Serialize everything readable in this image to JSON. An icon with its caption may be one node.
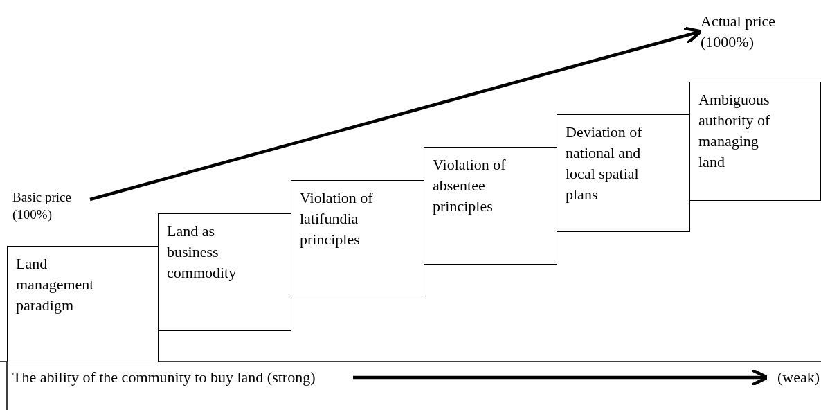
{
  "diagram": {
    "nodes": [
      {
        "text": [
          "Basic price (100%)"
        ]
      },
      {
        "text": [
          "Actual price (1000%)"
        ]
      },
      {
        "text": [
          "Land management paradigm"
        ]
      },
      {
        "text": [
          "Land as business commodity"
        ]
      },
      {
        "text": [
          "Violation of latifundia principles"
        ]
      },
      {
        "text": [
          "Violation of absentee principles"
        ]
      },
      {
        "text": [
          "Deviation of national and local spatial plans"
        ]
      },
      {
        "text": [
          "Ambiguous authority of managing land"
        ]
      },
      {
        "text": [
          "The ability of the community to buy land (strong)"
        ]
      },
      {
        "text": [
          "(weak)"
        ]
      }
    ],
    "edges": [
      {
        "from": 0,
        "to": 1,
        "arrow": "to"
      },
      {
        "from": 8,
        "to": 9,
        "arrow": "to"
      }
    ]
  }
}
